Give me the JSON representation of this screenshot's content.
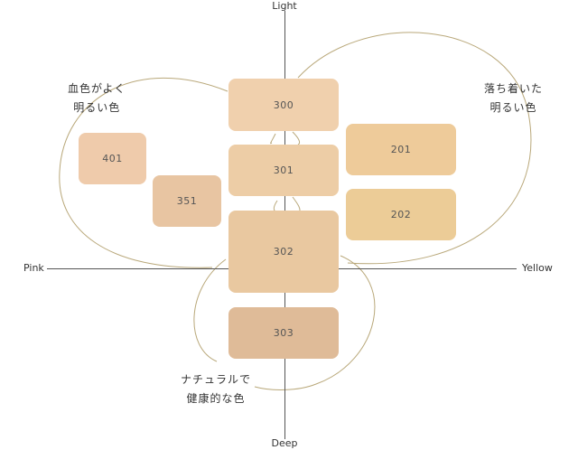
{
  "axes": {
    "top": "Light",
    "bottom": "Deep",
    "left": "Pink",
    "right": "Yellow"
  },
  "groups": {
    "pink": {
      "line1": "血色がよく",
      "line2": "明るい色"
    },
    "yellow": {
      "line1": "落ち着いた",
      "line2": "明るい色"
    },
    "natural": {
      "line1": "ナチュラルで",
      "line2": "健康的な色"
    }
  },
  "swatches": [
    {
      "code": "300",
      "color": "#f0d0ad"
    },
    {
      "code": "301",
      "color": "#edcda6"
    },
    {
      "code": "302",
      "color": "#e9c8a0"
    },
    {
      "code": "303",
      "color": "#dfbb98"
    },
    {
      "code": "401",
      "color": "#efcbab"
    },
    {
      "code": "351",
      "color": "#e8c5a2"
    },
    {
      "code": "201",
      "color": "#eecb9a"
    },
    {
      "code": "202",
      "color": "#eccc97"
    }
  ],
  "colors": {
    "curve": "#b9a87a",
    "axis": "#555555"
  }
}
